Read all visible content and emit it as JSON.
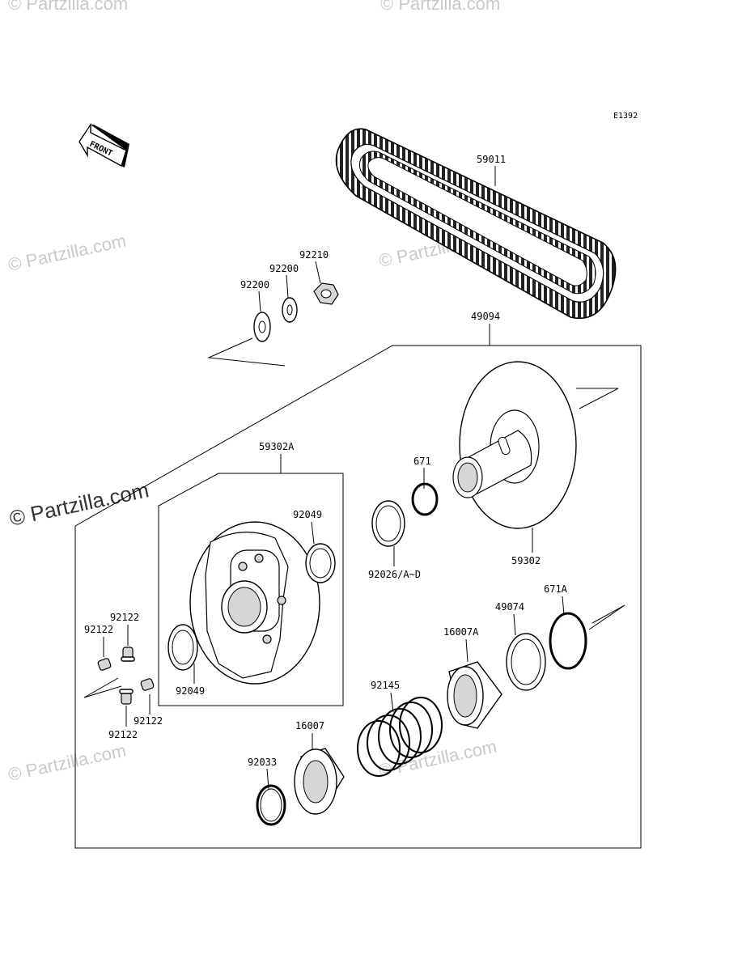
{
  "diagram_code": "E1392",
  "front_label": "FRONT",
  "watermarks": {
    "main": "© Partzilla.com",
    "faint": "© Partzilla.com"
  },
  "parts": {
    "p59011": "59011",
    "p92210": "92210",
    "p92200a": "92200",
    "p92200b": "92200",
    "p49094": "49094",
    "p59302A": "59302A",
    "p671": "671",
    "p92049a": "92049",
    "p92049b": "92049",
    "p59302": "59302",
    "p92026": "92026/A~D",
    "p671A": "671A",
    "p49074": "49074",
    "p16007A": "16007A",
    "p92122a": "92122",
    "p92122b": "92122",
    "p92122c": "92122",
    "p92122d": "92122",
    "p92145": "92145",
    "p16007": "16007",
    "p92033": "92033"
  }
}
